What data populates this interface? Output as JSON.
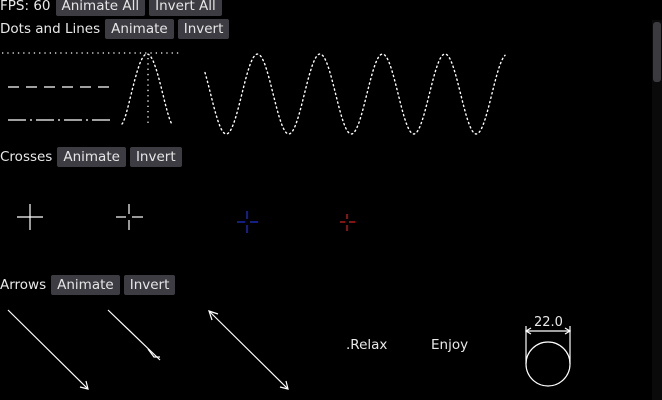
{
  "header": {
    "fps_label": "FPS: 60",
    "animate_all": "Animate All",
    "invert_all": "Invert All"
  },
  "sections": {
    "dots_lines": {
      "title": "Dots and Lines",
      "animate": "Animate",
      "invert": "Invert"
    },
    "crosses": {
      "title": "Crosses",
      "animate": "Animate",
      "invert": "Invert"
    },
    "arrows": {
      "title": "Arrows",
      "animate": "Animate",
      "invert": "Invert"
    }
  },
  "labels": {
    "relax": ".Relax",
    "enjoy": "Enjoy",
    "dimension": "22.0"
  },
  "colors": {
    "background": "#000000",
    "stroke": "#ffffff",
    "cross_blue": "#2233dd",
    "cross_red": "#dd2222",
    "button": "#3c3c42"
  }
}
